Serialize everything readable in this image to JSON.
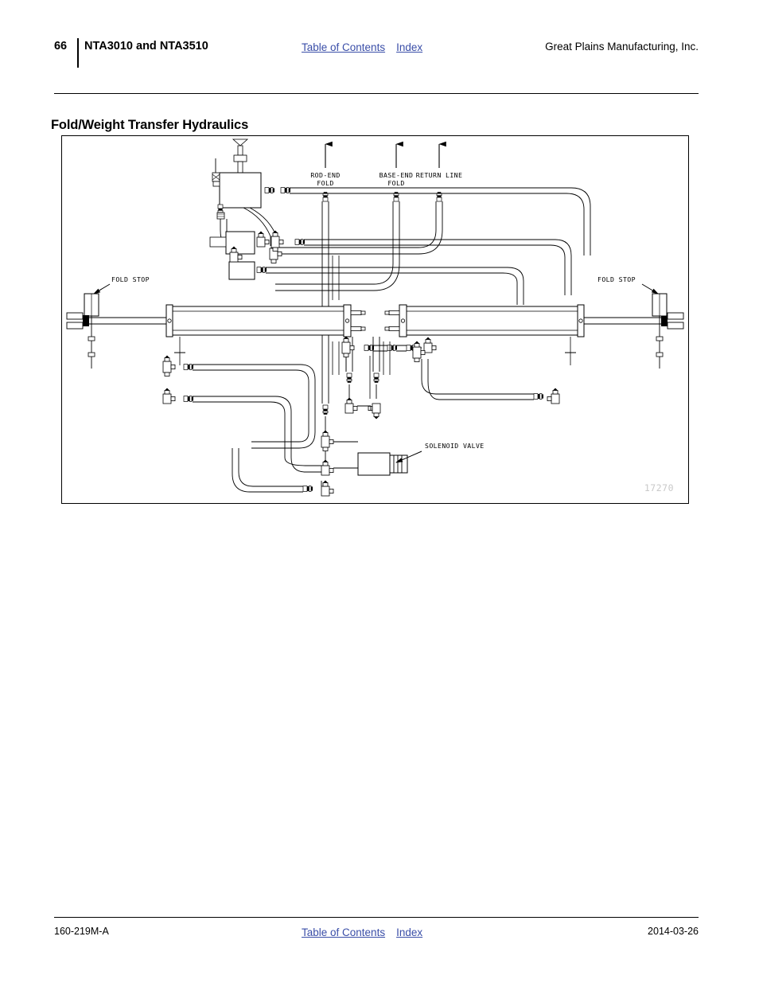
{
  "header": {
    "page_number": "66",
    "model_title": "NTA3010 and NTA3510",
    "toc_link": "Table of Contents",
    "index_link": "Index",
    "company": "Great Plains Manufacturing, Inc."
  },
  "section": {
    "title": "Fold/Weight Transfer Hydraulics"
  },
  "figure": {
    "number": "17270",
    "labels": {
      "rod_end_fold_line1": "ROD-END",
      "rod_end_fold_line2": "FOLD",
      "base_end_fold_line1": "BASE-END",
      "base_end_fold_line2": "FOLD",
      "return_line": "RETURN LINE",
      "fold_stop_left": "FOLD STOP",
      "fold_stop_right": "FOLD STOP",
      "solenoid_valve": "SOLENOID VALVE"
    }
  },
  "footer": {
    "document_number": "160-219M-A",
    "toc_link": "Table of Contents",
    "index_link": "Index",
    "date": "2014-03-26"
  },
  "colors": {
    "link": "#3a4ea8",
    "figure_number": "#c9c9c9",
    "line": "#000000"
  }
}
